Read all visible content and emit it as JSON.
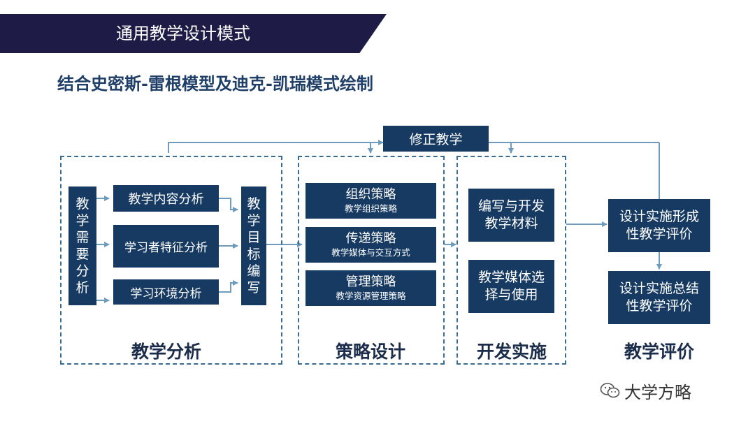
{
  "header": {
    "title": "通用教学设计模式"
  },
  "subtitle": "结合史密斯-雷根模型及迪克-凯瑞模式绘制",
  "revise_box": "修正教学",
  "analysis": {
    "section_label": "教学分析",
    "needs_chars": [
      "教",
      "学",
      "需",
      "要",
      "分",
      "析"
    ],
    "content": "教学内容分析",
    "learner": "学习者特征分析",
    "environment": "学习环境分析",
    "objectives_chars": [
      "教",
      "学",
      "目",
      "标",
      "编",
      "写"
    ]
  },
  "strategy": {
    "section_label": "策略设计",
    "items": [
      {
        "title": "组织策略",
        "subtitle": "教学组织策略"
      },
      {
        "title": "传递策略",
        "subtitle": "教学媒体与交互方式"
      },
      {
        "title": "管理策略",
        "subtitle": "教学资源管理策略"
      }
    ]
  },
  "development": {
    "section_label": "开发实施",
    "items": [
      {
        "line1": "编写与开发",
        "line2": "教学材料"
      },
      {
        "line1": "教学媒体选",
        "line2": "择与使用"
      }
    ]
  },
  "evaluation": {
    "section_label": "教学评价",
    "formative": {
      "line1": "设计实施形成",
      "line2": "性教学评价"
    },
    "summative": {
      "line1": "设计实施总结",
      "line2": "性教学评价"
    }
  },
  "watermark": {
    "icon": "wechat-icon",
    "text": "大学方略"
  },
  "colors": {
    "box": "#163a62",
    "banner": "#1e1b47",
    "arrow": "#6e9cbf",
    "frame": "#3a6c93"
  }
}
